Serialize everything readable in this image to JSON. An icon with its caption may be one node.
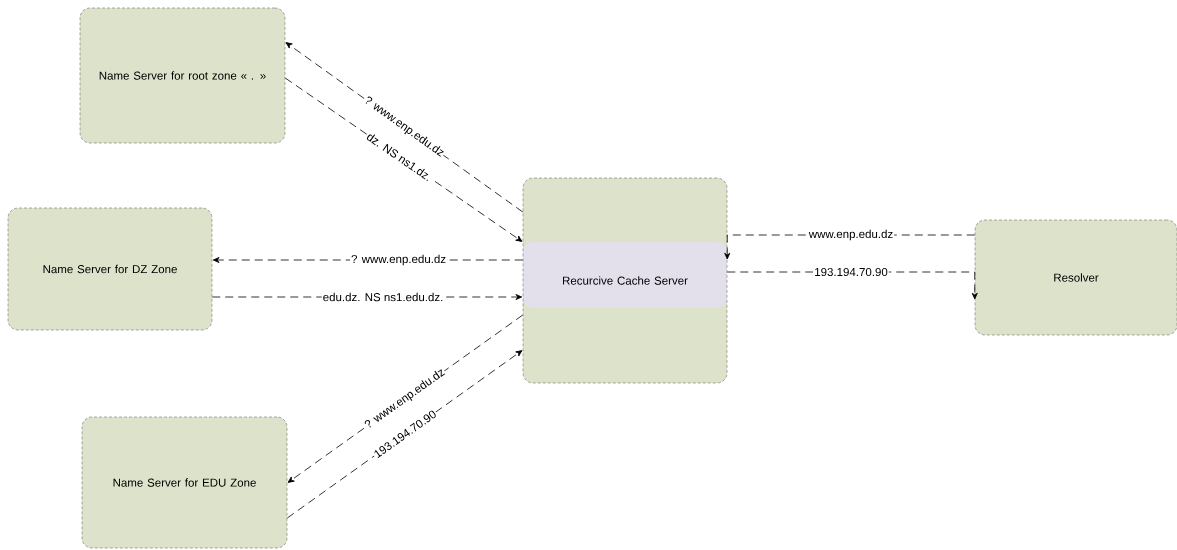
{
  "diagram": {
    "nodes": [
      {
        "text": [
          "Name Server for root zone « . »"
        ]
      },
      {
        "text": [
          "Name Server for  DZ Zone"
        ]
      },
      {
        "text": [
          "Name Server for EDU Zone"
        ]
      },
      {
        "text": [
          "Recurcive Cache Server"
        ]
      },
      {
        "text": [
          "Resolver"
        ]
      }
    ],
    "edges": [
      {
        "from": 3,
        "to": 0,
        "arrow": "to",
        "label": "? www.enp.edu.dz",
        "style": "dashed"
      },
      {
        "from": 0,
        "to": 3,
        "arrow": "to",
        "label": "dz. NS ns1.dz.",
        "style": "dashed"
      },
      {
        "from": 3,
        "to": 1,
        "arrow": "to",
        "label": "? www.enp.edu.dz",
        "style": "dashed"
      },
      {
        "from": 1,
        "to": 3,
        "arrow": "to",
        "label": "edu.dz. NS ns1.edu.dz.",
        "style": "dashed"
      },
      {
        "from": 3,
        "to": 2,
        "arrow": "to",
        "label": "? www.enp.edu.dz",
        "style": "dashed"
      },
      {
        "from": 2,
        "to": 3,
        "arrow": "to",
        "label": "193.194.70.90",
        "style": "dashed"
      },
      {
        "from": 4,
        "to": 3,
        "arrow": "to",
        "label": "www.enp.edu.dz",
        "style": "dashed"
      },
      {
        "from": 3,
        "to": 4,
        "arrow": "to",
        "label": "193.194.70.90",
        "style": "dashed"
      }
    ]
  }
}
